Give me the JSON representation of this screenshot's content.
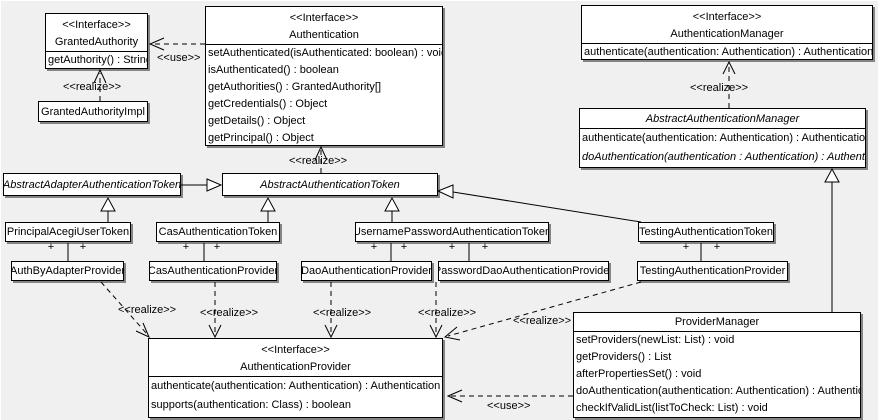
{
  "labels": {
    "stereotype_interface": "<<Interface>>",
    "use": "<<use>>",
    "realize": "<<realize>>",
    "plus": "+"
  },
  "colors": {
    "background": "#f0f0f0",
    "box_fill": "#ffffff",
    "line": "#000000"
  },
  "classes": {
    "granted_authority": {
      "stereotype": "<<Interface>>",
      "name": "GrantedAuthority",
      "methods": [
        "getAuthority() : String"
      ]
    },
    "granted_authority_impl": {
      "name": "GrantedAuthorityImpl"
    },
    "authentication": {
      "stereotype": "<<Interface>>",
      "name": "Authentication",
      "methods": [
        "setAuthenticated(isAuthenticated: boolean) : void",
        "isAuthenticated() : boolean",
        "getAuthorities() : GrantedAuthority[]",
        "getCredentials() : Object",
        "getDetails() : Object",
        "getPrincipal() : Object"
      ]
    },
    "authentication_manager": {
      "stereotype": "<<Interface>>",
      "name": "AuthenticationManager",
      "methods": [
        "authenticate(authentication: Authentication) : Authentication"
      ]
    },
    "abstract_authentication_manager": {
      "name": "AbstractAuthenticationManager",
      "methods": [
        "authenticate(authentication: Authentication) : Authentication",
        "doAuthentication(authentication : Authentication) : Authentication"
      ]
    },
    "abstract_adapter_authentication_token": {
      "name": "AbstractAdapterAuthenticationToken"
    },
    "abstract_authentication_token": {
      "name": "AbstractAuthenticationToken"
    },
    "principal_acegi_user_token": {
      "name": "PrincipalAcegiUserToken"
    },
    "cas_authentication_token": {
      "name": "CasAuthenticationToken"
    },
    "username_password_authentication_token": {
      "name": "UsernamePasswordAuthenticationToken"
    },
    "testing_authentication_token": {
      "name": "TestingAuthenticationToken"
    },
    "auth_by_adapter_provider": {
      "name": "AuthByAdapterProvider"
    },
    "cas_authentication_provider": {
      "name": "CasAuthenticationProvider"
    },
    "dao_authentication_provider": {
      "name": "DaoAuthenticationProvider"
    },
    "password_dao_authentication_provider": {
      "name": "PasswordDaoAuthenticationProvider"
    },
    "testing_authentication_provider": {
      "name": "TestingAuthenticationProvider"
    },
    "authentication_provider": {
      "stereotype": "<<Interface>>",
      "name": "AuthenticationProvider",
      "methods": [
        "authenticate(authentication: Authentication) : Authentication",
        "supports(authentication: Class) : boolean"
      ]
    },
    "provider_manager": {
      "name": "ProviderManager",
      "methods": [
        "setProviders(newList: List) : void",
        "getProviders() : List",
        "afterPropertiesSet() : void",
        "doAuthentication(authentication: Authentication) : Authentication",
        "checkIfValidList(listToCheck: List) : void"
      ]
    }
  }
}
